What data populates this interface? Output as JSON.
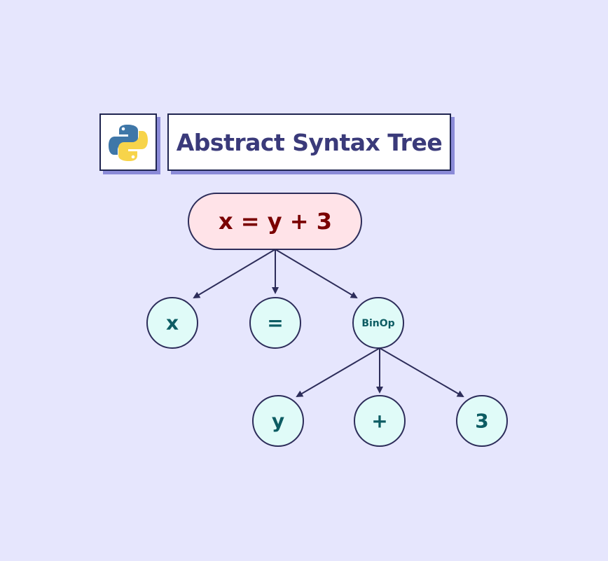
{
  "header": {
    "logo_icon": "python-logo-icon",
    "title": "Abstract Syntax Tree"
  },
  "tree": {
    "root": "x = y + 3",
    "level1": [
      "x",
      "=",
      "BinOp"
    ],
    "level2": [
      "y",
      "+",
      "3"
    ]
  },
  "colors": {
    "background": "#e6e6fd",
    "root_fill": "#ffe3e8",
    "root_text": "#7a0000",
    "node_fill": "#e0fbf8",
    "node_text": "#0d5c63",
    "stroke": "#2d2d5a",
    "shadow": "#8b8bd8"
  }
}
